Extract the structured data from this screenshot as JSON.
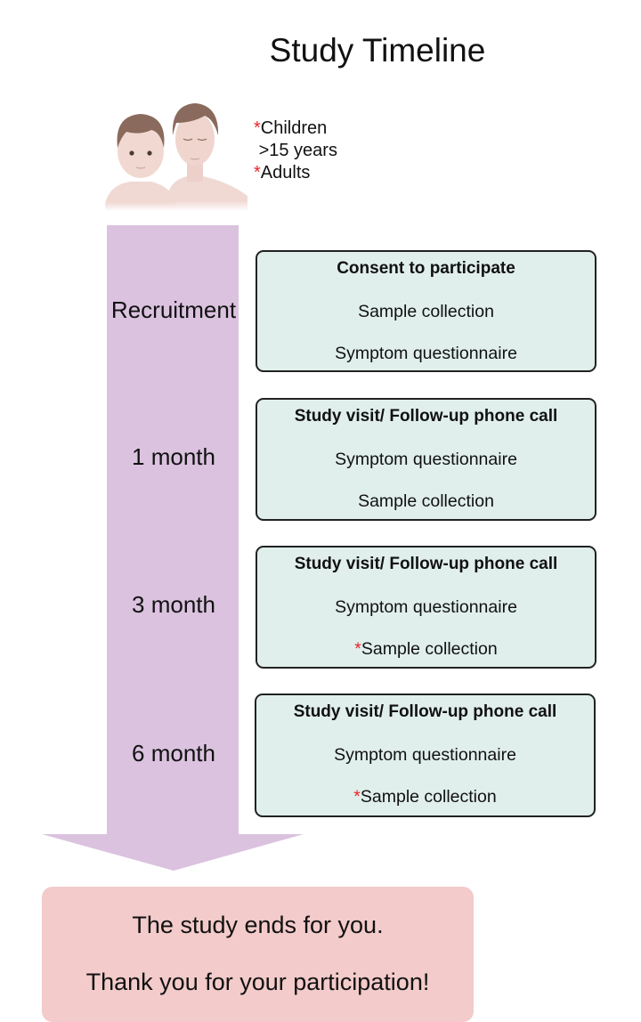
{
  "title": "Study Timeline",
  "participants": {
    "icon": "children-and-adult-illustration",
    "legend": [
      {
        "starred": true,
        "text": "Children"
      },
      {
        "starred": false,
        "text": ">15 years"
      },
      {
        "starred": true,
        "text": "Adults"
      }
    ]
  },
  "colors": {
    "arrow": "#dbc2df",
    "box_fill": "#e0efec",
    "end_fill": "#f2cbca",
    "star": "#e8262a"
  },
  "stages": [
    {
      "label": "Recruitment",
      "items": [
        {
          "text": "Consent to participate",
          "starred": false,
          "bold": true
        },
        {
          "text": "Sample collection",
          "starred": false,
          "bold": false
        },
        {
          "text": "Symptom questionnaire",
          "starred": false,
          "bold": false
        }
      ]
    },
    {
      "label": "1 month",
      "items": [
        {
          "text": "Study visit/ Follow-up phone call",
          "starred": false,
          "bold": true
        },
        {
          "text": "Symptom questionnaire",
          "starred": false,
          "bold": false
        },
        {
          "text": "Sample collection",
          "starred": false,
          "bold": false
        }
      ]
    },
    {
      "label": "3 month",
      "items": [
        {
          "text": "Study visit/ Follow-up phone call",
          "starred": false,
          "bold": true
        },
        {
          "text": "Symptom questionnaire",
          "starred": false,
          "bold": false
        },
        {
          "text": "Sample collection",
          "starred": true,
          "bold": false
        }
      ]
    },
    {
      "label": "6 month",
      "items": [
        {
          "text": "Study visit/ Follow-up phone call",
          "starred": false,
          "bold": true
        },
        {
          "text": "Symptom questionnaire",
          "starred": false,
          "bold": false
        },
        {
          "text": "Sample collection",
          "starred": true,
          "bold": false
        }
      ]
    }
  ],
  "end": {
    "line1": "The study ends for you.",
    "line2": "Thank you for your participation!"
  }
}
